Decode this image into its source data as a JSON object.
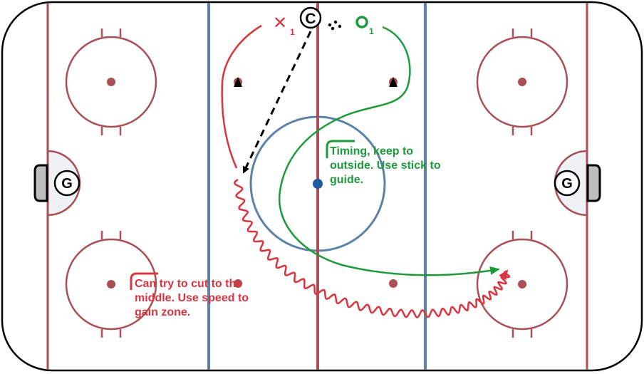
{
  "colors": {
    "line_red": "#a94f55",
    "line_blue": "#5d82a8",
    "player_x": "#d9353f",
    "player_o": "#1d9a3a",
    "coach": "#000000",
    "puck_dot": "#1e5aa0",
    "crease": "#eef2f7"
  },
  "goalies": {
    "left": "G",
    "right": "G"
  },
  "coach": {
    "symbol": "C"
  },
  "players": {
    "forward_x": {
      "symbol": "✕",
      "number": "1"
    },
    "defender_o": {
      "symbol": "O",
      "number": "1"
    }
  },
  "notes": {
    "defender": {
      "lines": [
        "Timing, keep to",
        "outside. Use stick to",
        "guide."
      ]
    },
    "forward": {
      "lines": [
        "Can try to cut to the",
        "middle. Use speed to",
        "gain zone."
      ]
    }
  }
}
